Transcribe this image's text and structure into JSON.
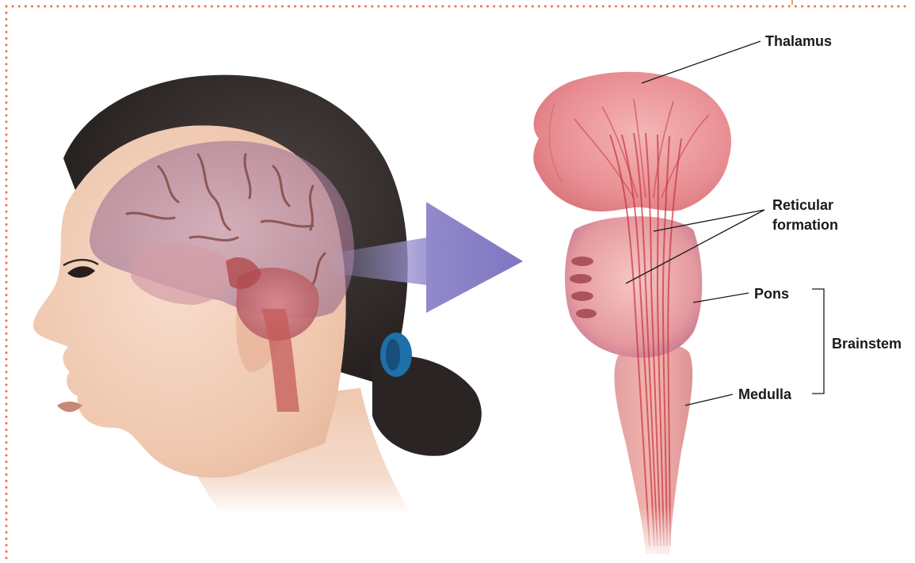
{
  "labels": {
    "thalamus": "Thalamus",
    "reticular_line1": "Reticular",
    "reticular_line2": "formation",
    "pons": "Pons",
    "medulla": "Medulla",
    "brainstem": "Brainstem"
  },
  "colors": {
    "dotted_border": "#e8784f",
    "label_text": "#1a1a1a",
    "leader_lines": "#1a1a1a",
    "arrow": "#8e86c8",
    "brain_tissue": "#e98f94",
    "muscle_red": "#c8323a",
    "skin": "#f3d2bd",
    "hair": "#2f2a28",
    "hair_tie": "#1f6fa8"
  },
  "icons": {
    "head": "human-head-profile-illustration",
    "arrow": "direction-arrow-icon",
    "brainstem": "brainstem-anatomy-illustration"
  }
}
